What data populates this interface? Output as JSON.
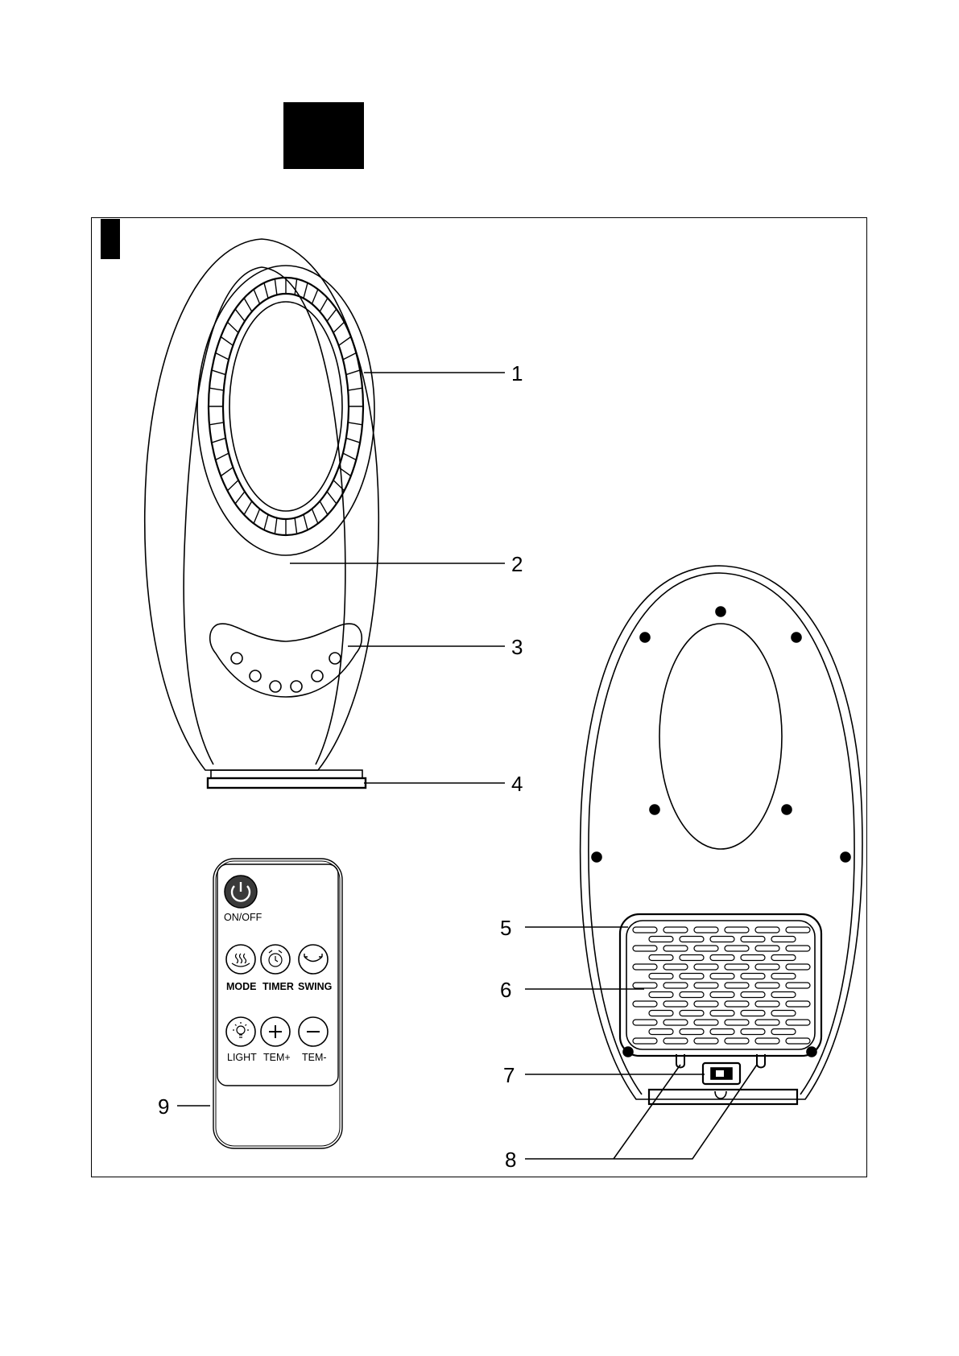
{
  "callouts": [
    {
      "num": "1"
    },
    {
      "num": "2"
    },
    {
      "num": "3"
    },
    {
      "num": "4"
    },
    {
      "num": "5"
    },
    {
      "num": "6"
    },
    {
      "num": "7"
    },
    {
      "num": "8"
    },
    {
      "num": "9"
    }
  ],
  "remote": {
    "power_label": "ON/OFF",
    "row1": [
      "MODE",
      "TIMER",
      "SWING"
    ],
    "row2": [
      "LIGHT",
      "TEM+",
      "TEM-"
    ]
  },
  "icons": {
    "power": "power-icon",
    "mode": "steam-icon",
    "timer": "alarm-clock-icon",
    "swing": "swing-arrow-icon",
    "light": "light-bulb-icon",
    "plus": "plus-icon",
    "minus": "minus-icon"
  }
}
